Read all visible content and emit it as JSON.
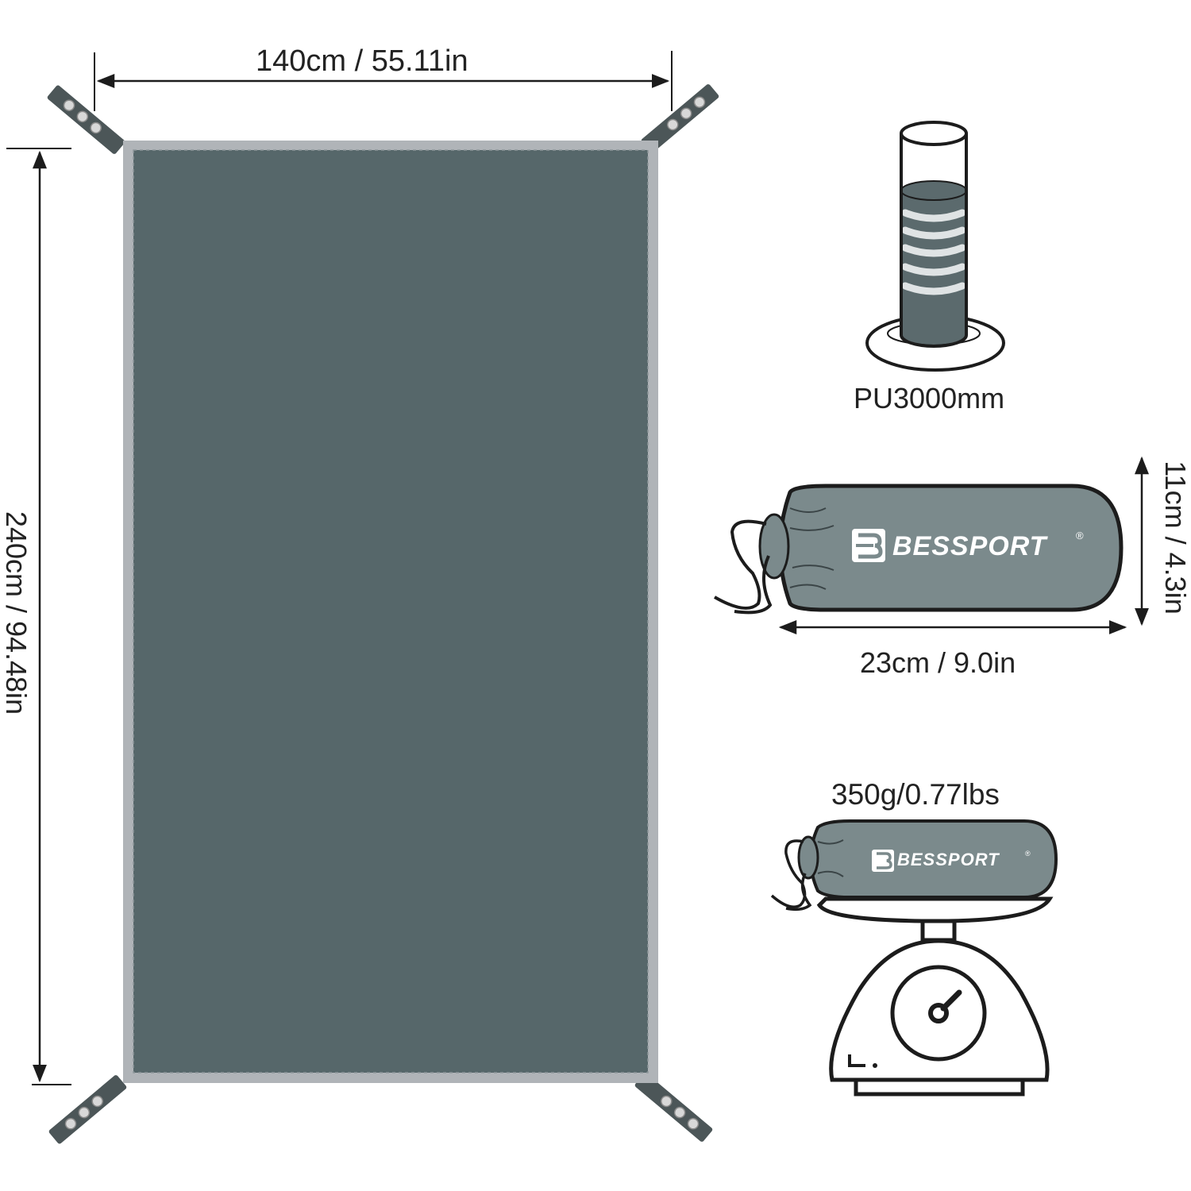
{
  "labels": {
    "width": "140cm / 55.11in",
    "height": "240cm / 94.48in",
    "waterproof": "PU3000mm",
    "bag_width": "23cm / 9.0in",
    "bag_height": "11cm / 4.3in",
    "weight": "350g/0.77lbs"
  },
  "brand": {
    "name": "BESSPORT",
    "registered": "®"
  },
  "colors": {
    "tarp_fill": "#56676a",
    "tarp_border": "#b0b4b8",
    "bag_fill": "#7b8a8c",
    "line": "#1c1c1c",
    "water": "#5b6a6d"
  },
  "icons": [
    "water-column-icon",
    "stuff-sack-icon",
    "kitchen-scale-icon",
    "strap-icon",
    "brand-logo-icon"
  ]
}
